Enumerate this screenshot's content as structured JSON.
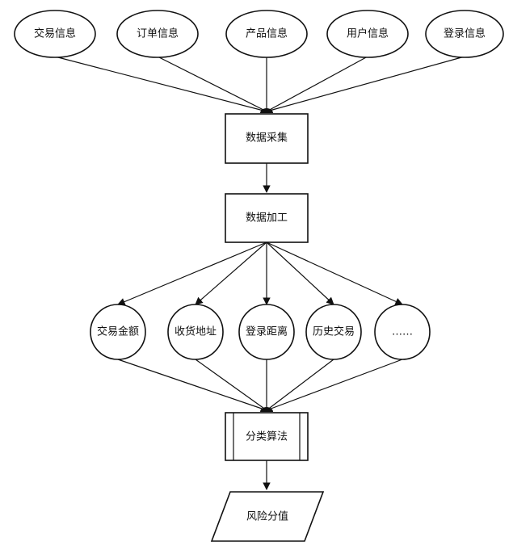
{
  "sources": [
    "交易信息",
    "订单信息",
    "产品信息",
    "用户信息",
    "登录信息"
  ],
  "collect": "数据采集",
  "process": "数据加工",
  "features": [
    "交易金额",
    "收货地址",
    "登录距离",
    "历史交易",
    "……"
  ],
  "algorithm": "分类算法",
  "output": "风险分值"
}
